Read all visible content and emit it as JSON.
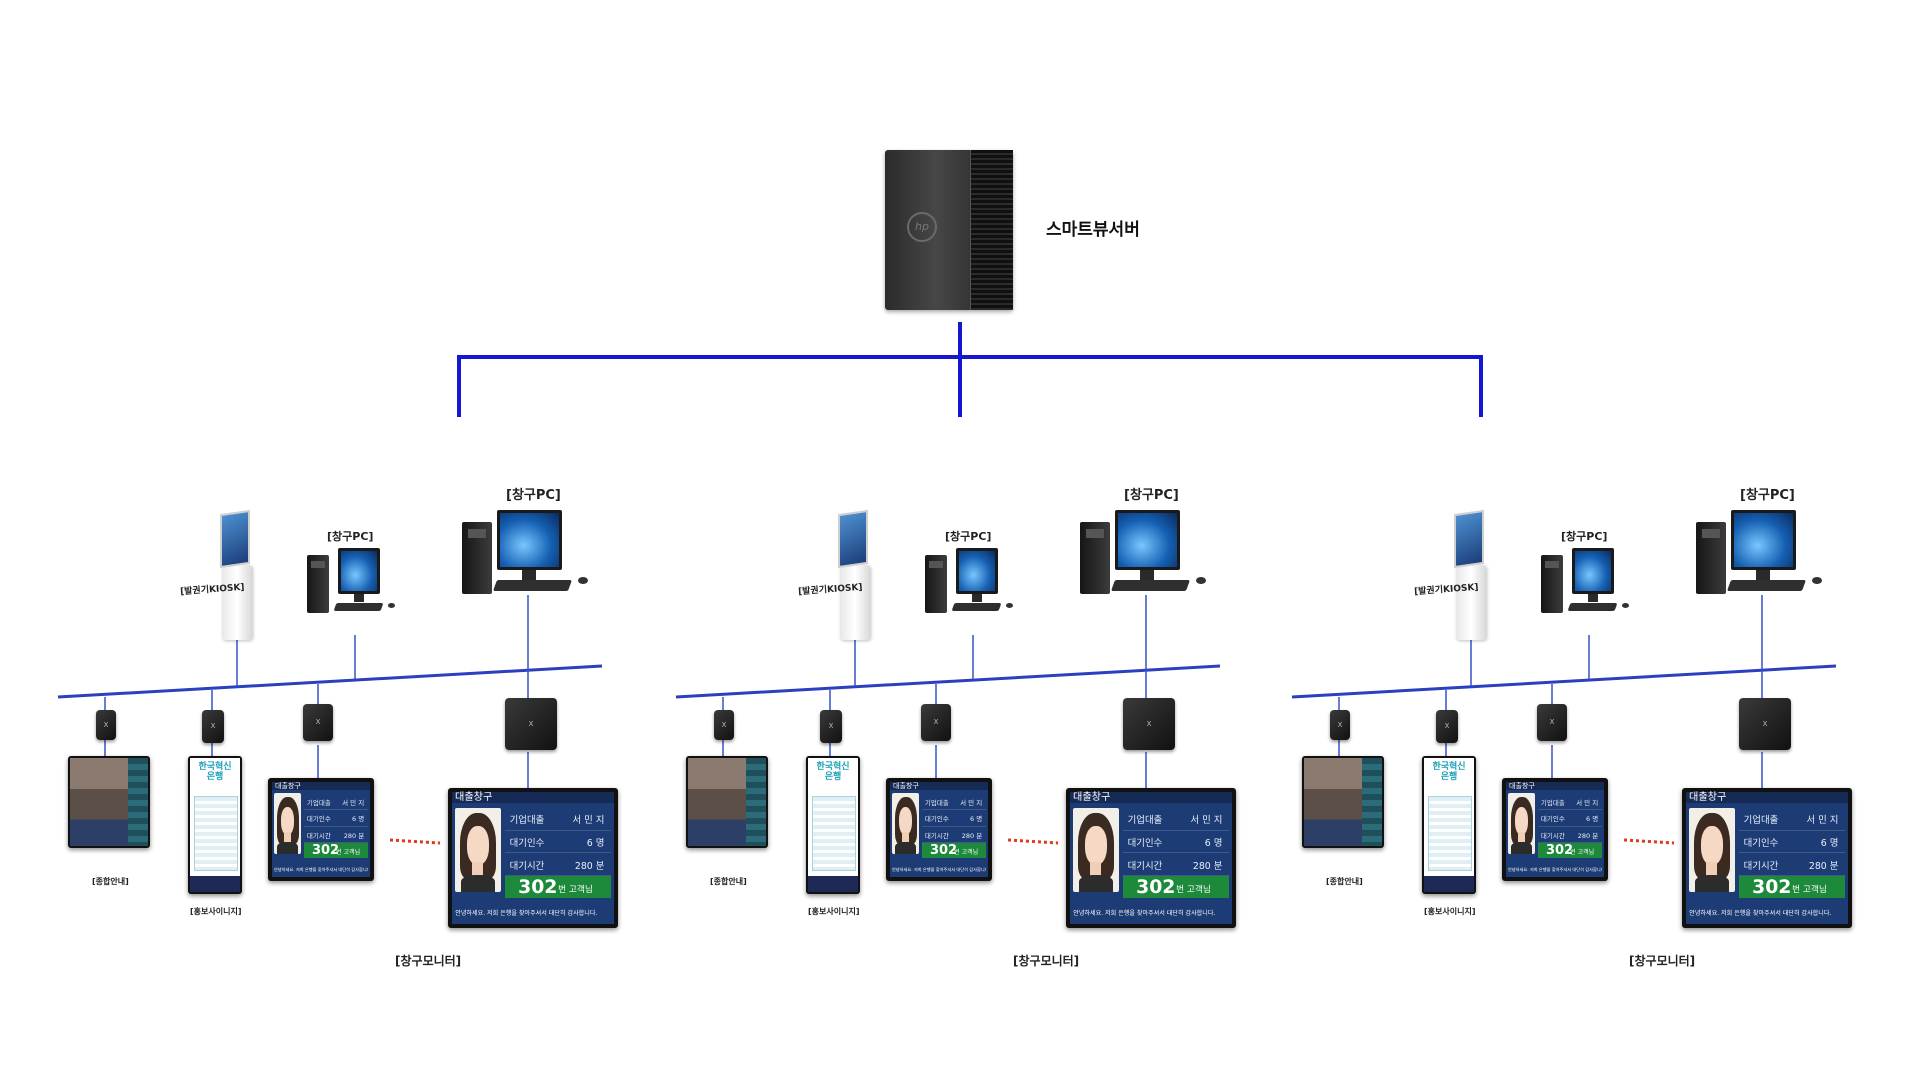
{
  "server": {
    "label": "스마트뷰서버",
    "logo_text": "hp"
  },
  "colors": {
    "trunk": "#1515d4",
    "bus": "#2b3fbf",
    "drop": "#3552c9",
    "dots": "#e03a1c"
  },
  "groups": [
    {
      "kiosk_label": "[발권기KIOSK]",
      "pc_small_label": "[창구PC]",
      "pc_large_label": "[창구PC]",
      "monitor_group_label": "[창구모니터]",
      "monitor1_label": "[종합안내]",
      "monitor2_label": "[홍보사이니지]",
      "stb_text": "X",
      "ad_header": "한국혁신 은행",
      "window_title": "대출창구",
      "row1_name": "기업대출",
      "row1_value": "서 민 지",
      "row2_name": "대기인수",
      "row2_value": "6 명",
      "row3_name": "대기시간",
      "row3_value": "280 분",
      "current_number": "302",
      "current_suffix": "번 고객님",
      "message": "안녕하세요. 저희 은행을 찾아주셔서 대단히 감사합니다."
    },
    {
      "kiosk_label": "[발권기KIOSK]",
      "pc_small_label": "[창구PC]",
      "pc_large_label": "[창구PC]",
      "monitor_group_label": "[창구모니터]",
      "monitor1_label": "[종합안내]",
      "monitor2_label": "[홍보사이니지]",
      "stb_text": "X",
      "ad_header": "한국혁신 은행",
      "window_title": "대출창구",
      "row1_name": "기업대출",
      "row1_value": "서 민 지",
      "row2_name": "대기인수",
      "row2_value": "6 명",
      "row3_name": "대기시간",
      "row3_value": "280 분",
      "current_number": "302",
      "current_suffix": "번 고객님",
      "message": "안녕하세요. 저희 은행을 찾아주셔서 대단히 감사합니다."
    },
    {
      "kiosk_label": "[발권기KIOSK]",
      "pc_small_label": "[창구PC]",
      "pc_large_label": "[창구PC]",
      "monitor_group_label": "[창구모니터]",
      "monitor1_label": "[종합안내]",
      "monitor2_label": "[홍보사이니지]",
      "stb_text": "X",
      "ad_header": "한국혁신 은행",
      "window_title": "대출창구",
      "row1_name": "기업대출",
      "row1_value": "서 민 지",
      "row2_name": "대기인수",
      "row2_value": "6 명",
      "row3_name": "대기시간",
      "row3_value": "280 분",
      "current_number": "302",
      "current_suffix": "번 고객님",
      "message": "안녕하세요. 저희 은행을 찾아주셔서 대단히 감사합니다."
    }
  ]
}
